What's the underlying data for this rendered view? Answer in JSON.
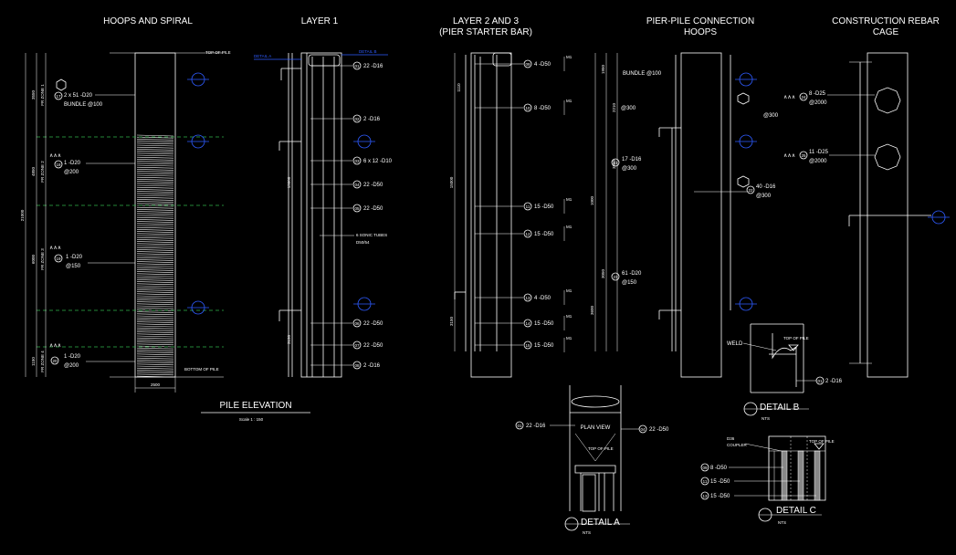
{
  "titles": {
    "hoops": "HOOPS AND SPIRAL",
    "layer1": "LAYER 1",
    "layer23_a": "LAYER 2 AND 3",
    "layer23_b": "(PIER STARTER BAR)",
    "pier_a": "PIER-PILE CONNECTION",
    "pier_b": "HOOPS",
    "cage_a": "CONSTRUCTION REBAR",
    "cage_b": "CAGE"
  },
  "pile_elevation": {
    "title": "PILE ELEVATION",
    "scale": "Scale 1 : 150",
    "width_dim": "2500",
    "top_of_pile": "TOP OF PILE",
    "bottom_of_pile": "BOTTOM OF PILE",
    "total_dim": "21000",
    "zone_dims": [
      "3550",
      "4850",
      "6000",
      "1150"
    ],
    "zones": [
      "FR ZONE 1",
      "FR ZONE 2",
      "FR ZONE 3",
      "FR ZONE 4"
    ],
    "callouts": [
      {
        "tag": "17",
        "text": "2 x 51 -D20",
        "sub": "BUNDLE @100"
      },
      {
        "tag": "18",
        "text": "1 -D20",
        "sub": "@200"
      },
      {
        "tag": "19",
        "text": "1 -D20",
        "sub": "@150"
      },
      {
        "tag": "20",
        "text": "1 -D20",
        "sub": "@200"
      }
    ]
  },
  "layer1": {
    "detail_a": "DETAIL A",
    "detail_b": "DETAIL B",
    "callouts": [
      {
        "tag": "01",
        "text": "22 -D16"
      },
      {
        "tag": "02",
        "text": "2 -D16"
      },
      {
        "tag": "03",
        "text": "6 x 12 -D10"
      },
      {
        "tag": "04",
        "text": "22 -D50"
      },
      {
        "tag": "05",
        "text": "22 -D50"
      },
      {
        "tag": "06",
        "text": "22 -D50"
      },
      {
        "tag": "07",
        "text": "22 -D50"
      },
      {
        "tag": "08",
        "text": "2 -D16"
      }
    ],
    "sonic_a": "6 SONIC TUBES",
    "sonic_b": "D50/54",
    "dims": [
      "15000",
      "3150"
    ]
  },
  "layer23": {
    "callouts": [
      {
        "tag": "09",
        "text": "4 -D50"
      },
      {
        "tag": "10",
        "text": "8 -D50"
      },
      {
        "tag": "11",
        "text": "15 -D50"
      },
      {
        "tag": "12",
        "text": "15 -D50"
      },
      {
        "tag": "13",
        "text": "4 -D50"
      },
      {
        "tag": "14",
        "text": "15 -D50"
      },
      {
        "tag": "15",
        "text": "15 -D50"
      }
    ],
    "m_label": "M1",
    "dims": [
      "1110",
      "15000",
      "3150"
    ]
  },
  "pier": {
    "callouts": [
      {
        "tag": "",
        "text": "BUNDLE @100"
      },
      {
        "tag": "",
        "text": "@300"
      },
      {
        "tag": "21",
        "text": "17 -D16",
        "sub": "@300"
      },
      {
        "tag": "22",
        "text": "40 -D16",
        "sub": "@300"
      },
      {
        "tag": "23",
        "text": "61 -D20",
        "sub": "@150"
      },
      {
        "tag": "",
        "text": "@300"
      }
    ],
    "dims": [
      "1950",
      "2210",
      "3300",
      "1000",
      "3050",
      "3600"
    ]
  },
  "cage": {
    "callouts": [
      {
        "tag": "24",
        "text": "8 -D25",
        "sub": "@2000"
      },
      {
        "tag": "25",
        "text": "11 -D25",
        "sub": "@2000"
      }
    ]
  },
  "detail_a": {
    "title": "DETAIL A",
    "nts": "NTS",
    "plan_view": "PLAN VIEW",
    "top_of_pile": "TOP OF PILE",
    "left": {
      "tag": "01",
      "text": "22 -D16"
    },
    "right": {
      "tag": "04",
      "text": "22 -D50"
    }
  },
  "detail_b": {
    "title": "DETAIL B",
    "nts": "NTS",
    "weld": "WELD",
    "top_of_pile": "TOP OF PILE",
    "callout": {
      "tag": "01",
      "text": "2 -D16"
    }
  },
  "detail_c": {
    "title": "DETAIL C",
    "nts": "NTS",
    "coupler_a": "D36",
    "coupler_b": "COUPLER",
    "top_of_pile": "TOP OF PILE",
    "callouts": [
      {
        "tag": "09",
        "text": "8 -D50"
      },
      {
        "tag": "11",
        "text": "15 -D50"
      },
      {
        "tag": "13",
        "text": "15 -D50"
      }
    ]
  },
  "colors": {
    "line": "#ffffff",
    "blue": "#2e5bff",
    "green": "#2fb34a",
    "bg": "#000000"
  }
}
